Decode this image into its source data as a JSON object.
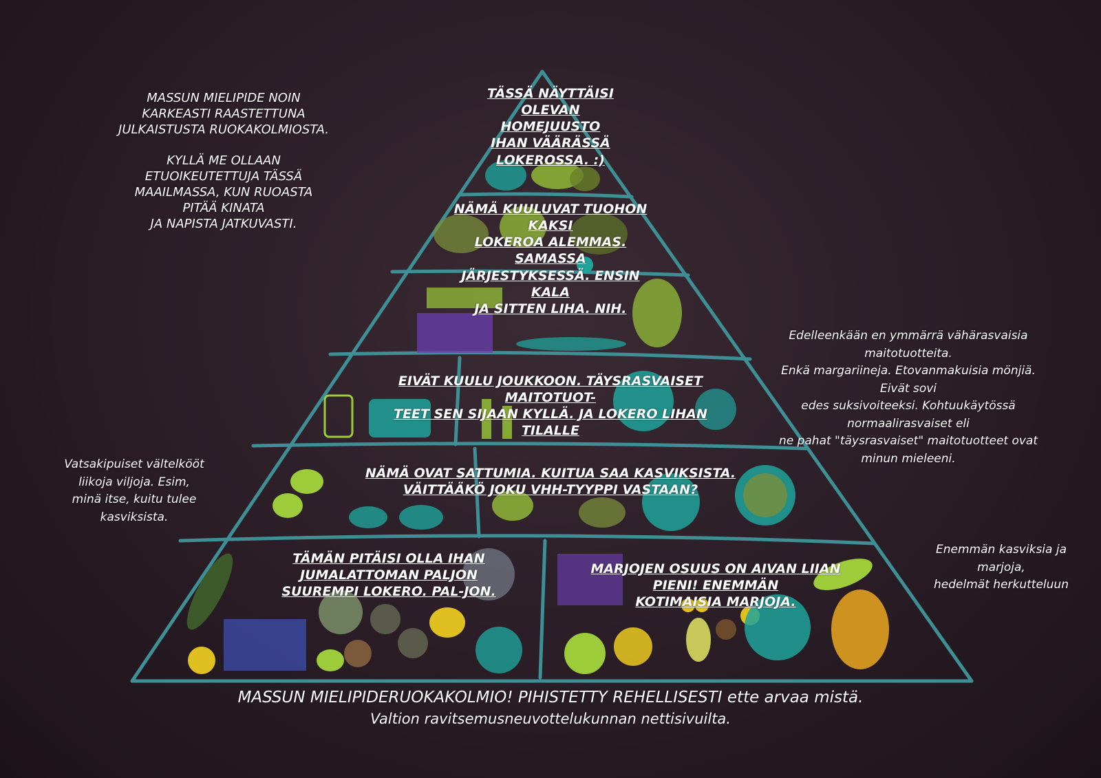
{
  "pyramid_sections": {
    "top": "TÄSSÄ NÄYTTÄISI\nOLEVAN\nHOMEJUUSTO\nIHAN VÄÄRÄSSÄ\nLOKEROSSA. :)",
    "second": "NÄMÄ KUULUVAT TUOHON\nKAKSI\nLOKEROA ALEMMAS.\nSAMASSA\nJÄRJESTYKSESSÄ. ENSIN\nKALA\nJA SITTEN LIHA. NIH.",
    "dairy": "EIVÄT KUULU JOUKKOON. TÄYSRASVAISET\nMAITOTUOT-\nTEET SEN SIJAAN KYLLÄ. JA LOKERO LIHAN\nTILALLE",
    "grains": "NÄMÄ OVAT SATTUMIA. KUITUA SAA KASVIKSISTA.\nVÄITTÄÄKÖ JOKU VHH-TYYPPI VASTAAN?",
    "vegetables": "TÄMÄN PITÄISI OLLA IHAN\nJUMALATTOMAN PALJON\nSUUREMPI LOKERO. PAL-JON.",
    "berries": "MARJOJEN OSUUS ON AIVAN LIIAN\nPIENI! ENEMMÄN\nKOTIMAISIA MARJOJA."
  },
  "side_notes": {
    "top_left": "MASSUN MIELIPIDE NOIN\nKARKEASTI RAASTETTUNA\nJULKAISTUSTA RUOKAKOLMIOSTA.\n\nKYLLÄ ME OLLAAN\nETUOIKEUTETTUJA TÄSSÄ\nMAAILMASSA, KUN RUOASTA\nPITÄÄ KINATA\nJA NAPISTA JATKUVASTI.",
    "right_middle": "Edelleenkään en ymmärrä vähärasvaisia\nmaitotuotteita.\nEnkä margariineja. Etovanmakuisia mönjiä.\nEivät sovi\nedes suksivoiteeksi. Kohtuukäytössä\nnormaalirasvaiset eli\nne pahat \"täysrasvaiset\" maitotuotteet ovat\nminun mieleeni.",
    "left_middle": "Vatsakipuiset vältelkööt\nliikoja viljoja. Esim,\nminä itse, kuitu tulee\nkasviksista.",
    "right_bottom": "Enemmän kasviksia ja\nmarjoja,\nhedelmät herkutteluun"
  },
  "footer": {
    "line1": "MASSUN MIELIPIDERUOKAKOLMIO! PIHISTETTY REHELLISESTI ette arvaa mistä.",
    "line2": "Valtion ravitsemusneuvottelukunnan nettisivuilta."
  },
  "colors": {
    "background": "#2a1d26",
    "chalk_lines": "#3f8f96",
    "food_green": "#9ccc3a",
    "food_teal": "#1fa39b",
    "food_yellow": "#e0c020"
  }
}
